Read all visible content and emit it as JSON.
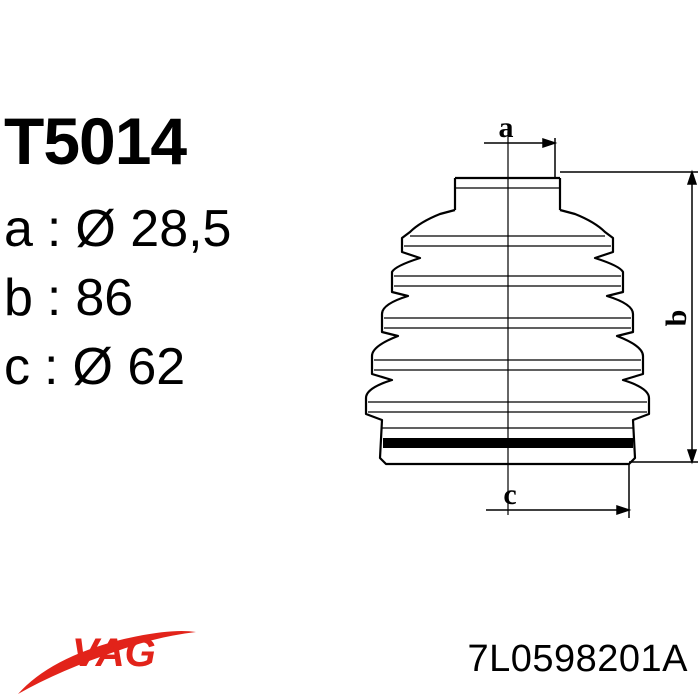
{
  "product": {
    "code": "T5014",
    "part_number": "7L0598201A",
    "brand": "VAG"
  },
  "dimensions": [
    {
      "letter": "a",
      "separator": ":",
      "value": "Ø 28,5"
    },
    {
      "letter": "b",
      "separator": ":",
      "value": "86"
    },
    {
      "letter": "c",
      "separator": ":",
      "value": "Ø 62"
    }
  ],
  "drawing": {
    "labels": {
      "a": "a",
      "b": "b",
      "c": "c"
    }
  },
  "colors": {
    "ink": "#000000",
    "brand_red": "#e2231a",
    "background": "#ffffff"
  }
}
